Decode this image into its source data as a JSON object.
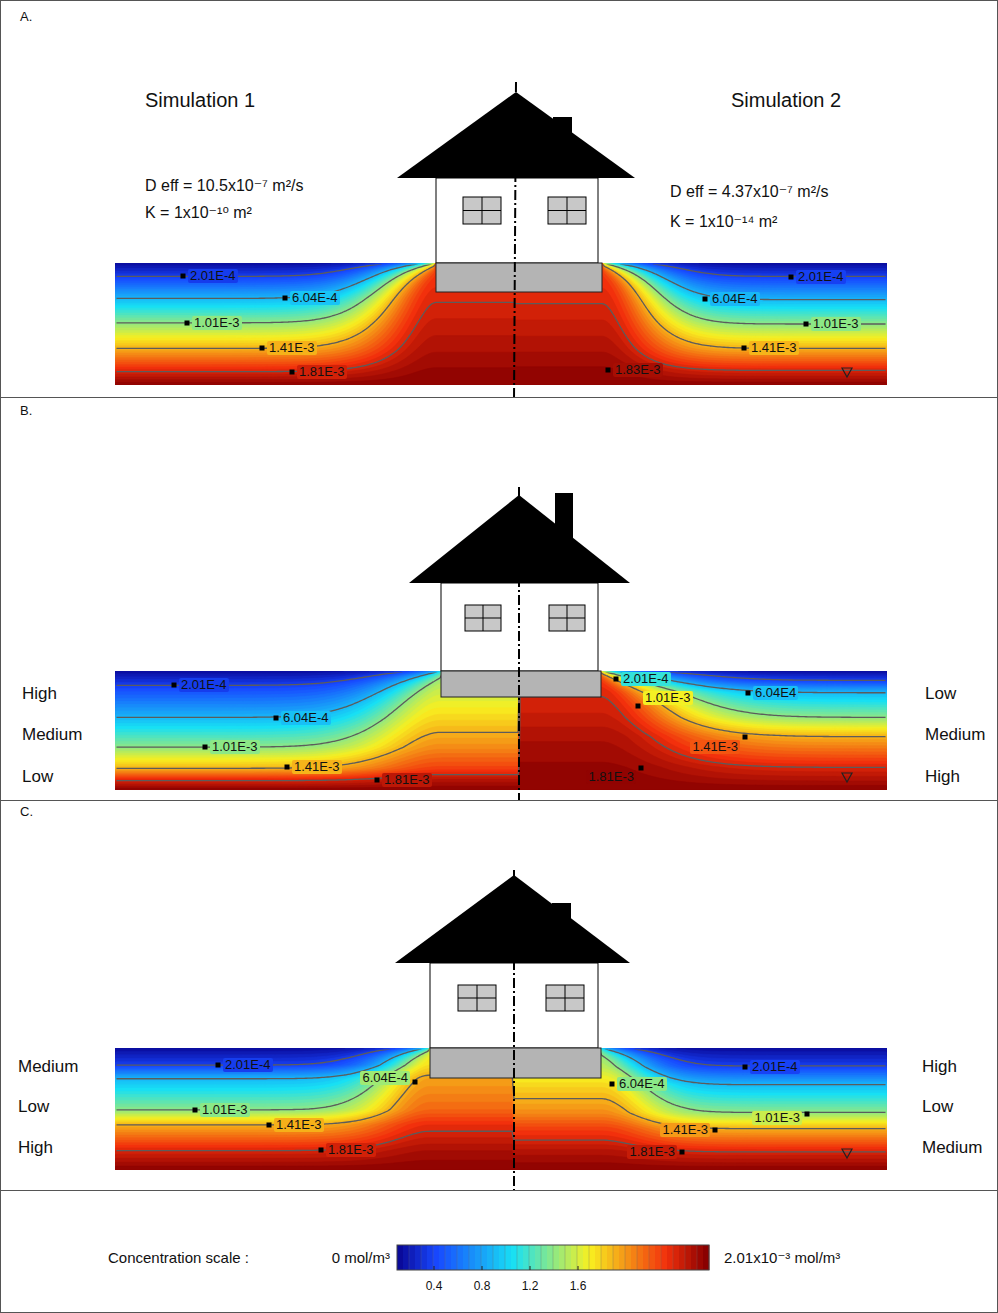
{
  "diagram": {
    "labels": [
      "A.",
      "Simulation 1",
      "Simulation 2",
      "D eff = 10.5x10⁻⁷ m²/s",
      "K = 1x10⁻¹⁰ m²",
      "D eff = 4.37x10⁻⁷ m²/s",
      "K = 1x10⁻¹⁴ m²",
      "2.01E-4",
      "6.04E-4",
      "1.01E-3",
      "1.41E-3",
      "1.81E-3",
      "2.01E-4",
      "6.04E-4",
      "1.01E-3",
      "1.41E-3",
      "1.83E-3",
      "B.",
      "High",
      "Medium",
      "Low",
      "Low",
      "Medium",
      "High",
      "2.01E-4",
      "6.04E-4",
      "1.01E-3",
      "1.41E-3",
      "1.81E-3",
      "2.01E-4",
      "6.04E4",
      "1.01E-3",
      "1.41E-3",
      "1.81E-3",
      "C.",
      "Medium",
      "Low",
      "High",
      "High",
      "Low",
      "Medium",
      "2.01E-4",
      "6.04E-4",
      "1.01E-3",
      "1.41E-3",
      "1.81E-3",
      "2.01E-4",
      "6.04E-4",
      "1.01E-3",
      "1.41E-3",
      "1.81E-3",
      "Concentration scale :",
      "0 mol/m³",
      "0.4",
      "0.8",
      "1.2",
      "1.6",
      "2.01x10⁻³ mol/m³"
    ]
  }
}
